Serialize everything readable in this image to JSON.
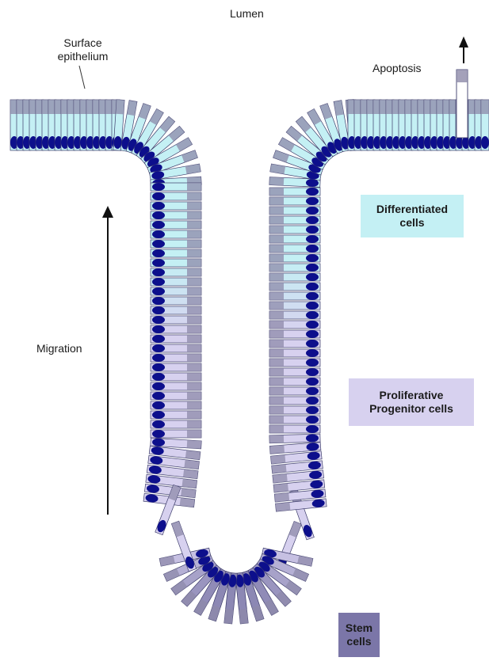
{
  "labels": {
    "lumen": "Lumen",
    "surface_line1": "Surface",
    "surface_line2": "epithelium",
    "apoptosis": "Apoptosis",
    "migration": "Migration"
  },
  "zones": {
    "differentiated": {
      "line1": "Differentiated",
      "line2": "cells",
      "color": "#c4f0f4"
    },
    "progenitor": {
      "line1": "Proliferative",
      "line2": "Progenitor cells",
      "color": "#d7d1ef"
    },
    "stem": {
      "line1": "Stem",
      "line2": "cells",
      "color": "#7b76a8"
    }
  },
  "colors": {
    "nucleus": "#0d0f8c",
    "cell_outline": "#3c3c6a",
    "brush_border": "#8d89a9",
    "stem_cell": "#8c88b4"
  }
}
